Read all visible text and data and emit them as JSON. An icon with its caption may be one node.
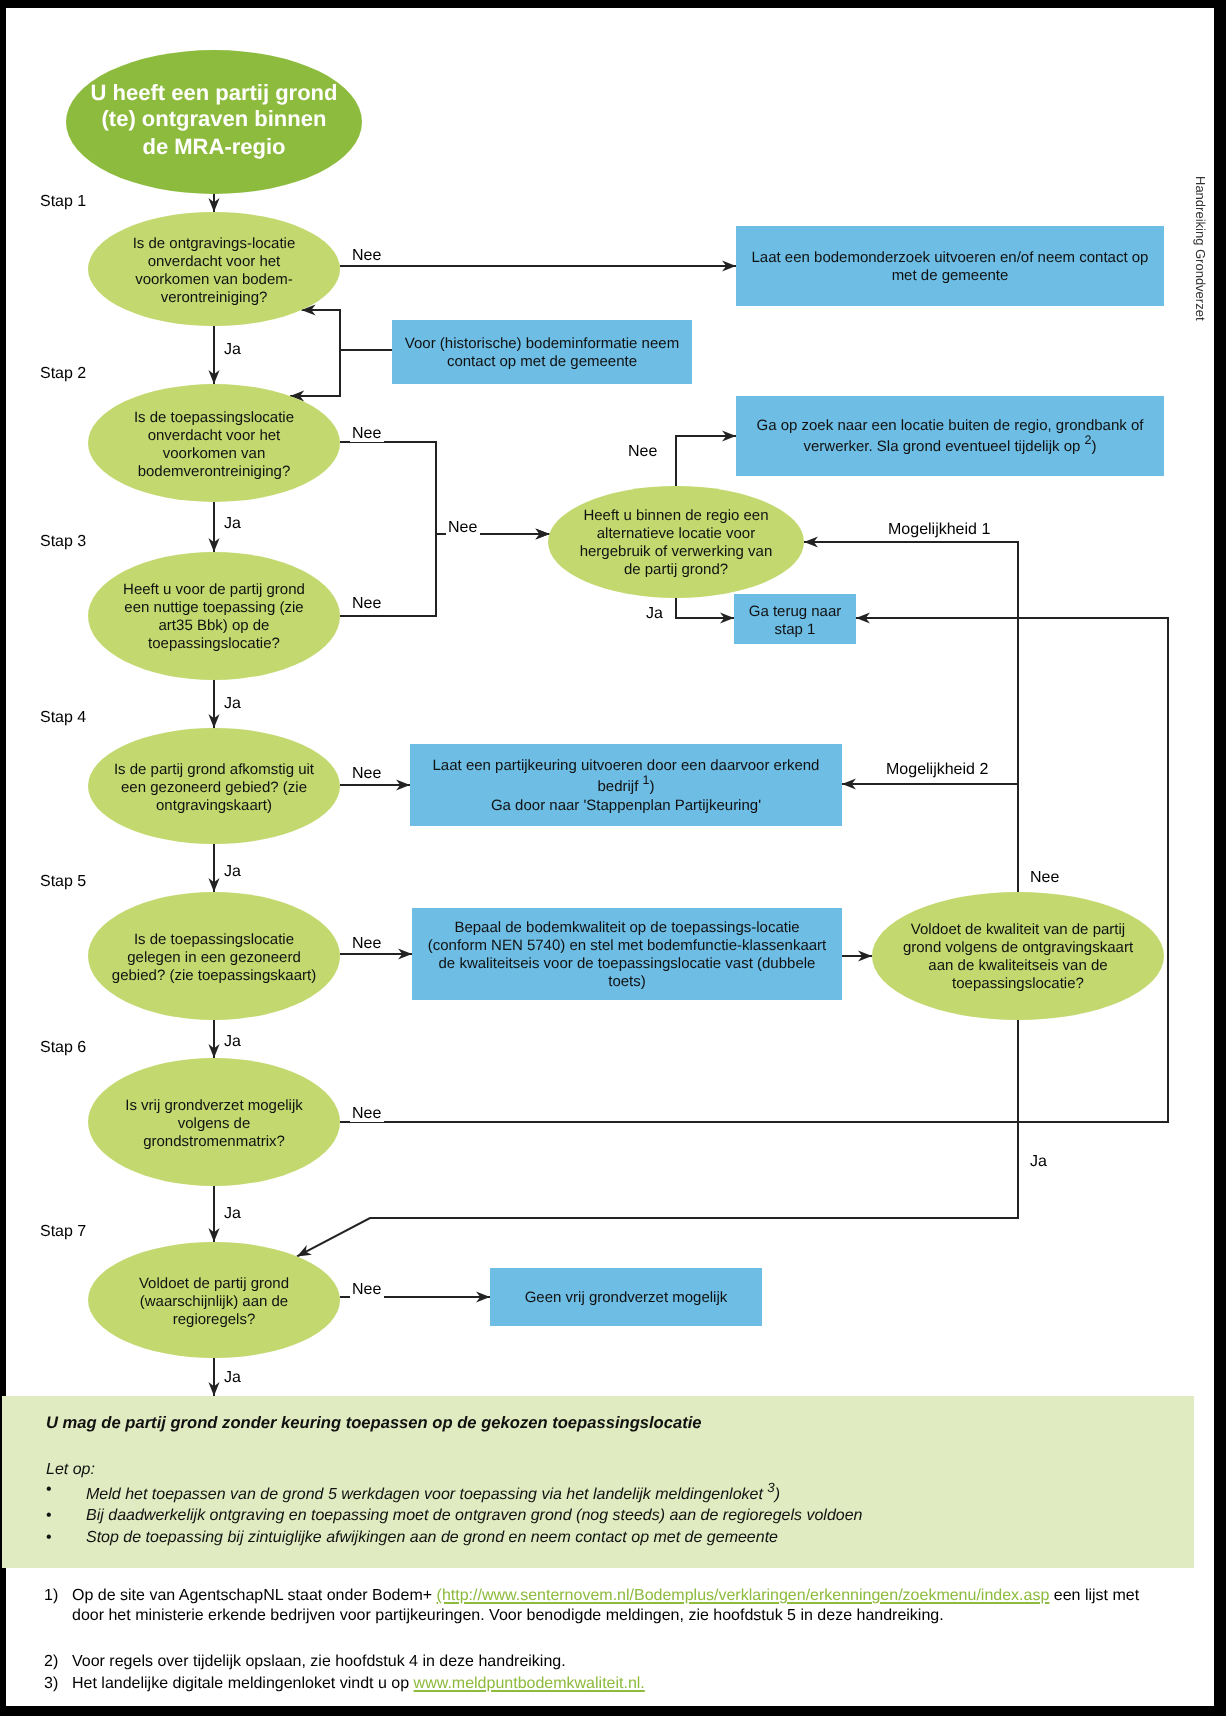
{
  "diagram": {
    "nodes": [
      {
        "text": [
          "U heeft een partij grond (te) ontgraven binnen de MRA-regio"
        ]
      },
      {
        "text": [
          "Is de ontgravings-locatie onverdacht voor het voorkomen van bodem-verontreiniging?"
        ],
        "beside": [
          "Stap 1"
        ]
      },
      {
        "text": [
          "Laat een bodemonderzoek uitvoeren en/of neem contact op met de gemeente"
        ]
      },
      {
        "text": [
          "Voor (historische) bodeminformatie neem contact op met de gemeente"
        ]
      },
      {
        "text": [
          "Is de toepassingslocatie onverdacht voor het voorkomen van bodemverontreiniging?"
        ],
        "beside": [
          "Stap 2"
        ]
      },
      {
        "text": [
          "Ga op zoek naar een locatie buiten de regio, grondbank of verwerker. Sla grond eventueel tijdelijk op $^{2}$)"
        ]
      },
      {
        "text": [
          "Heeft u binnen de regio een alternatieve locatie voor hergebruik of verwerking van de partij grond?"
        ]
      },
      {
        "text": [
          "Heeft u voor de partij grond een nuttige toepassing (zie art35 Bbk) op de toepassingslocatie?"
        ],
        "beside": [
          "Stap 3"
        ]
      },
      {
        "text": [
          "Ga terug naar stap 1"
        ]
      },
      {
        "text": [
          "Is de partij grond afkomstig uit een gezoneerd gebied? (zie ontgravingskaart)"
        ],
        "beside": [
          "Stap 4"
        ]
      },
      {
        "text": [
          "Laat een partijkeuring uitvoeren door een daarvoor erkend bedrijf $^{1}$)",
          "Ga door naar 'Stappenplan Partijkeuring'"
        ]
      },
      {
        "text": [
          "Is de toepassingslocatie gelegen in een gezoneerd gebied? (zie toepassingskaart)"
        ],
        "beside": [
          "Stap 5"
        ]
      },
      {
        "text": [
          "Bepaal de bodemkwaliteit op de toepassings-locatie (conform NEN 5740) en stel met bodemfunctie-klassenkaart de kwaliteitseis voor de toepassingslocatie vast (dubbele toets)"
        ]
      },
      {
        "text": [
          "Voldoet de kwaliteit van de partij grond volgens de ontgravingskaart aan de kwaliteitseis van de toepassingslocatie?"
        ]
      },
      {
        "text": [
          "Is vrij grondverzet mogelijk volgens de grondstromenmatrix?"
        ],
        "beside": [
          "Stap 6"
        ]
      },
      {
        "text": [
          "Voldoet de partij grond (waarschijnlijk) aan de regioregels?"
        ],
        "beside": [
          "Stap 7"
        ]
      },
      {
        "text": [
          "Geen vrij grondverzet mogelijk"
        ]
      },
      {
        "text": [
          "U mag de partij grond zonder keuring toepassen op de gekozen toepassingslocatie",
          "Let op:",
          "•",
          "Meld het toepassen van de grond 5 werkdagen voor toepassing via het landelijk meldingenloket $^{3}$)",
          "•",
          "Bij daadwerkelijk ontgraving en toepassing moet de ontgraven grond (nog steeds) aan de regioregels voldoen",
          "•",
          "Stop de toepassing bij zintuiglijke afwijkingen aan de grond en neem contact op met de gemeente"
        ]
      }
    ],
    "edges": [
      {
        "from": 0,
        "to": 1,
        "arrow": "to"
      },
      {
        "from": 1,
        "to": 2,
        "arrow": "to",
        "label": "Nee"
      },
      {
        "from": 1,
        "to": 4,
        "arrow": "to",
        "label": "Ja"
      },
      {
        "from": 3,
        "to": 1,
        "arrow": "to"
      },
      {
        "from": 3,
        "to": 4,
        "arrow": "to"
      },
      {
        "from": 4,
        "to": 6,
        "arrow": "to",
        "label": "Nee"
      },
      {
        "from": 7,
        "to": 6,
        "arrow": "to",
        "label": "Nee"
      },
      {
        "from": 4,
        "to": 7,
        "arrow": "to",
        "label": "Ja"
      },
      {
        "from": 6,
        "to": 5,
        "arrow": "to",
        "label": "Nee"
      },
      {
        "from": 6,
        "to": 8,
        "arrow": "to",
        "label": "Ja"
      },
      {
        "from": 7,
        "to": 9,
        "arrow": "to",
        "label": "Ja"
      },
      {
        "from": 9,
        "to": 10,
        "arrow": "to",
        "label": "Nee"
      },
      {
        "from": 9,
        "to": 11,
        "arrow": "to",
        "label": "Ja"
      },
      {
        "from": 11,
        "to": 12,
        "arrow": "to",
        "label": "Nee"
      },
      {
        "from": 12,
        "to": 13,
        "arrow": "to"
      },
      {
        "from": 13,
        "to": 6,
        "arrow": "to",
        "label": "Mogelijkheid 1"
      },
      {
        "from": 13,
        "to": 10,
        "arrow": "to",
        "label": "Mogelijkheid 2"
      },
      {
        "from": 13,
        "to": 15,
        "arrow": "to",
        "label": "Ja"
      },
      {
        "from": 14,
        "to": 8,
        "arrow": "to",
        "label": "Nee"
      },
      {
        "from": 11,
        "to": 14,
        "arrow": "to",
        "label": "Ja"
      },
      {
        "from": 14,
        "to": 15,
        "arrow": "to",
        "label": "Ja"
      },
      {
        "from": 15,
        "to": 16,
        "arrow": "to",
        "label": "Nee"
      },
      {
        "from": 15,
        "to": 17,
        "arrow": "to",
        "label": "Ja"
      }
    ],
    "labels": [
      "Handreiking Grondverzet",
      "Nee",
      "Nee",
      "1)",
      "Op de site van AgentschapNL staat onder Bodem+",
      "(http://www.senternovem.nl/Bodemplus/verklaringen/erkenningen/zoekmenu/index.asp",
      "een lijst met door het ministerie erkende bedrijven voor partijkeuringen. Voor benodigde meldingen, zie hoofdstuk 5 in deze handreiking.",
      "2)",
      "Voor regels over tijdelijk opslaan, zie hoofdstuk 4 in deze handreiking.",
      "3)",
      "Het landelijke digitale meldingenloket vindt u op",
      "www.meldpuntbodemkwaliteit.nl."
    ]
  }
}
